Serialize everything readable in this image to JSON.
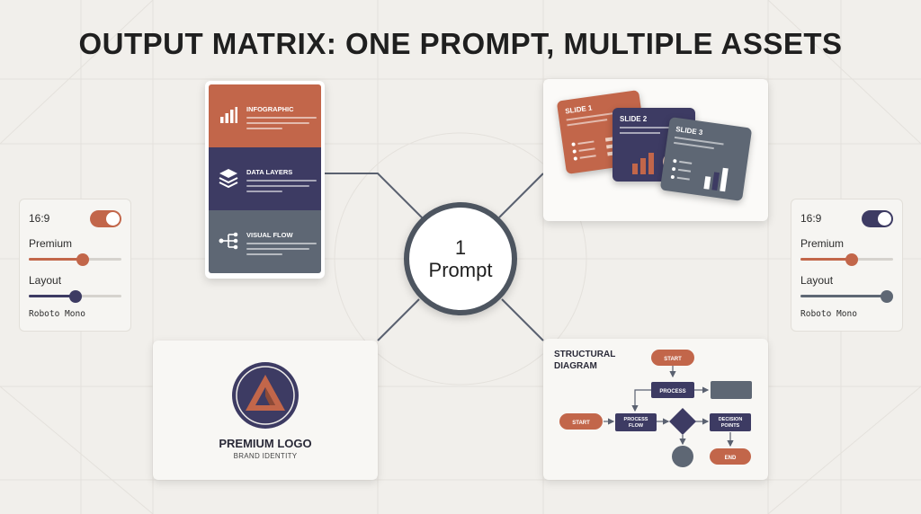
{
  "page": {
    "title": "OUTPUT MATRIX: ONE PROMPT, MULTIPLE ASSETS"
  },
  "colors": {
    "terracotta": "#c2664a",
    "indigo": "#3d3b63",
    "slate": "#5e6774",
    "background": "#f1efeb"
  },
  "hub": {
    "number": "1",
    "label": "Prompt"
  },
  "left_panel": {
    "ratio": "16:9",
    "toggle_color": "#c2664a",
    "premium_label": "Premium",
    "premium_level": 0.58,
    "premium_color": "#c2664a",
    "layout_label": "Layout",
    "layout_level": 0.5,
    "layout_color": "#3d3b63",
    "font": "Roboto Mono"
  },
  "right_panel": {
    "ratio": "16:9",
    "toggle_color": "#3d3b63",
    "premium_label": "Premium",
    "premium_level": 0.55,
    "premium_color": "#c2664a",
    "layout_label": "Layout",
    "layout_level": 0.93,
    "layout_color": "#5e6774",
    "font": "Roboto Mono"
  },
  "infographic": {
    "bands": [
      {
        "label": "INFOGRAPHIC",
        "icon": "bar-chart-icon"
      },
      {
        "label": "DATA LAYERS",
        "icon": "layers-icon"
      },
      {
        "label": "VISUAL FLOW",
        "icon": "flow-icon"
      }
    ]
  },
  "slides": [
    "SLIDE 1",
    "SLIDE 2",
    "SLIDE 3"
  ],
  "logo": {
    "title": "PREMIUM LOGO",
    "subtitle": "BRAND IDENTITY",
    "icon": "triangle-logo-icon"
  },
  "diagram": {
    "title": "STRUCTURAL\nDIAGRAM",
    "nodes": {
      "start_top": "START",
      "process": "PROCESS",
      "start_left": "START",
      "process_flow": "PROCESS\nFLOW",
      "decision_points": "DECISION\nPOINTS",
      "end": "END"
    }
  }
}
